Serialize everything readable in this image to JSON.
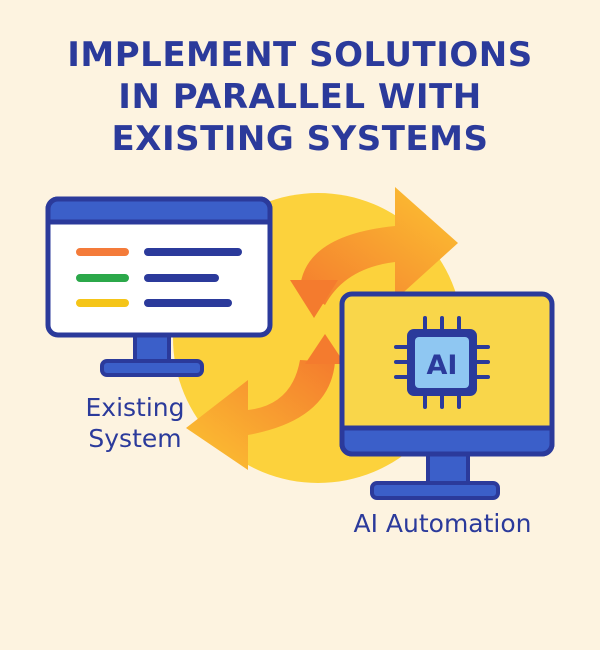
{
  "title": {
    "line1": "IMPLEMENT SOLUTIONS",
    "line2": "IN PARALLEL WITH",
    "line3": "EXISTING SYSTEMS"
  },
  "existing_system": {
    "label_line1": "Existing",
    "label_line2": "System",
    "monitor_icon": "monitor-icon",
    "list_line_colors": [
      "#F47B3A",
      "#2BA84A",
      "#F5C518"
    ]
  },
  "ai_automation": {
    "label": "AI Automation",
    "chip_text": "AI",
    "monitor_icon": "monitor-icon",
    "chip_icon": "ai-chip-icon"
  },
  "sync_arrows_icon": "sync-arrows-icon",
  "colors": {
    "background": "#FDF3E0",
    "navy": "#2B3A9B",
    "yellow_circle": "#FCD23C",
    "ai_screen": "#F9D64A",
    "chip_fill": "#8FC7F2",
    "arrow_orange": "#F47B2E",
    "arrow_yellow": "#FCC432"
  }
}
